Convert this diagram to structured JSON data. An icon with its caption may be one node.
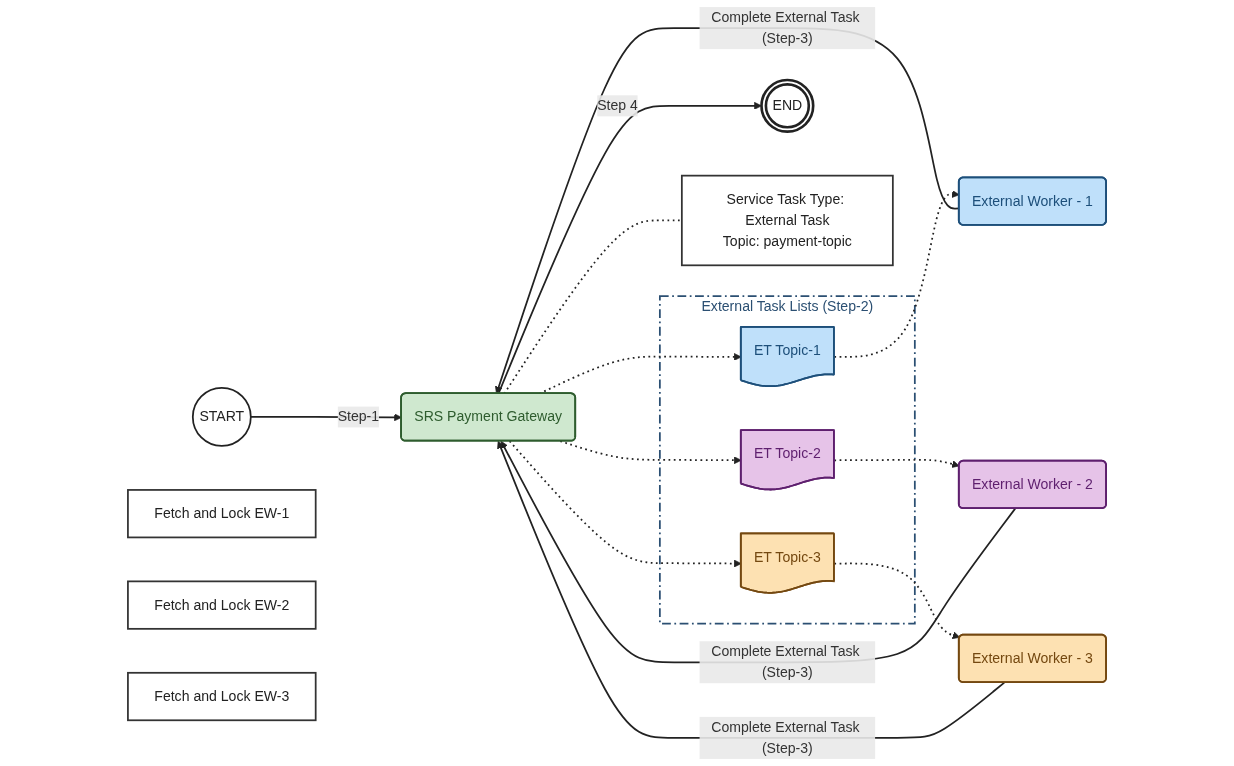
{
  "diagram": {
    "nodes": [
      {
        "text": [
          "START"
        ]
      },
      {
        "text": [
          "SRS Payment Gateway"
        ]
      },
      {
        "text": [
          "END"
        ]
      },
      {
        "text": [
          "Service Task Type: External Task",
          "Topic: payment-topic"
        ]
      },
      {
        "text": [
          "External Task Lists (Step-2)"
        ]
      },
      {
        "text": [
          "ET Topic-1"
        ],
        "in": 4
      },
      {
        "text": [
          "ET Topic-2"
        ],
        "in": 4
      },
      {
        "text": [
          "ET Topic-3"
        ],
        "in": 4
      },
      {
        "text": [
          "Fetch and Lock EW-1"
        ]
      },
      {
        "text": [
          "Fetch and Lock EW-2"
        ]
      },
      {
        "text": [
          "Fetch and Lock EW-3"
        ]
      },
      {
        "text": [
          "External Worker - 1"
        ]
      },
      {
        "text": [
          "External Worker - 2"
        ]
      },
      {
        "text": [
          "External Worker - 3"
        ]
      }
    ],
    "edges": [
      {
        "from": 0,
        "to": 1,
        "arrow": "to",
        "label": "Step-1"
      },
      {
        "from": 1,
        "to": 2,
        "arrow": "to",
        "label": "Step 4"
      },
      {
        "from": 1,
        "to": 3,
        "arrow": "none",
        "style": "dashed"
      },
      {
        "from": 1,
        "to": 5,
        "arrow": "to",
        "style": "dashed"
      },
      {
        "from": 1,
        "to": 6,
        "arrow": "to",
        "style": "dashed"
      },
      {
        "from": 1,
        "to": 7,
        "arrow": "to",
        "style": "dashed"
      },
      {
        "from": 5,
        "to": 11,
        "arrow": "to",
        "style": "dashed"
      },
      {
        "from": 6,
        "to": 12,
        "arrow": "to",
        "style": "dashed"
      },
      {
        "from": 7,
        "to": 13,
        "arrow": "to",
        "style": "dashed"
      },
      {
        "from": 11,
        "to": 1,
        "arrow": "to",
        "label": "Complete External Task (Step-3)"
      },
      {
        "from": 12,
        "to": 1,
        "arrow": "to",
        "label": "Complete External Task (Step-3)"
      },
      {
        "from": 13,
        "to": 1,
        "arrow": "to",
        "label": "Complete External Task (Step-3)"
      }
    ]
  }
}
